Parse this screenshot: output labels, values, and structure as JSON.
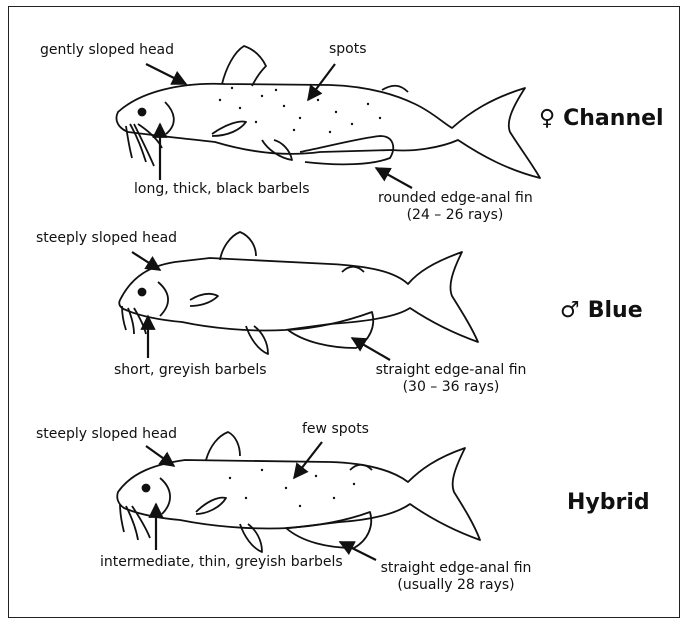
{
  "panels": [
    {
      "species": "Channel",
      "symbol": "♀",
      "head_label": "gently sloped head",
      "spots_label": "spots",
      "barbel_label": "long, thick, black barbels",
      "fin_label": "rounded edge-anal fin",
      "rays_label": "(24 – 26 rays)"
    },
    {
      "species": "Blue",
      "symbol": "♂",
      "head_label": "steeply sloped head",
      "barbel_label": "short, greyish barbels",
      "fin_label": "straight edge-anal fin",
      "rays_label": "(30 – 36 rays)"
    },
    {
      "species": "Hybrid",
      "head_label": "steeply sloped head",
      "spots_label": "few spots",
      "barbel_label": "intermediate, thin, greyish barbels",
      "fin_label": "straight edge-anal fin",
      "rays_label": "(usually 28 rays)"
    }
  ],
  "colors": {
    "ink": "#111111",
    "background": "#ffffff"
  }
}
